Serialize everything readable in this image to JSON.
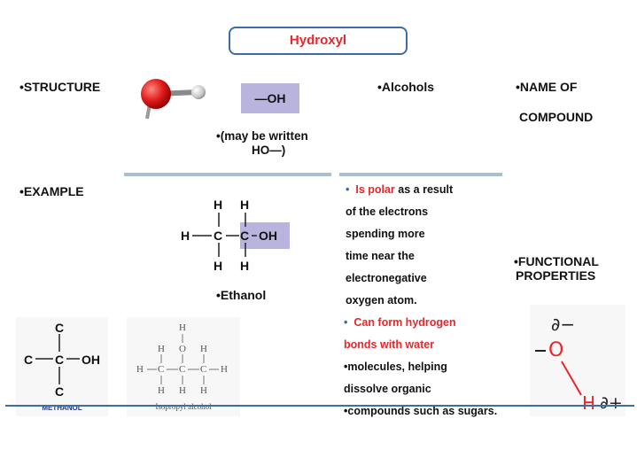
{
  "title": "Hydroxyl",
  "labels": {
    "structure": "•STRUCTURE",
    "example": "•EXAMPLE",
    "alcohols": "•Alcohols",
    "name_of": "•NAME OF",
    "compound": "COMPOUND",
    "functional": "•FUNCTIONAL",
    "properties": "PROPERTIES"
  },
  "structure": {
    "oh_text": "—OH",
    "note_line1": "•(may be written",
    "note_line2": "HO—)"
  },
  "ethanol": {
    "caption": "•Ethanol",
    "atoms": {
      "h": "H",
      "c": "C",
      "oh": "OH"
    }
  },
  "properties": {
    "line1_bullet": "•",
    "line1_red": "Is polar",
    "line1_rest": " as a result",
    "line2": "of the electrons",
    "line3": "spending more",
    "line4": "time near the",
    "line5": "electronegative",
    "line6": "oxygen atom.",
    "line7_bullet": "•",
    "line7_red": "Can form hydrogen",
    "line8_red": "bonds with water",
    "line9": "•molecules, helping",
    "line10": "dissolve organic",
    "line11": "•compounds such as sugars."
  },
  "methanol": {
    "c_top": "C",
    "c_left": "C",
    "c_mid": "C",
    "oh": "OH",
    "c_bottom": "C",
    "caption": "METHANOL"
  },
  "isopropyl": {
    "caption": "Isopropyl alcohol",
    "atoms": {
      "h": "H",
      "o": "O",
      "c": "C"
    }
  },
  "polarity": {
    "delta_minus": "∂−",
    "o": "O",
    "h": "H",
    "delta_plus": "∂+"
  },
  "colors": {
    "accent_red": "#e8262b",
    "border_blue": "#3c6ea5",
    "highlight_lavender": "#b9b4dd",
    "rule_gray_blue": "#a9c0cc"
  }
}
